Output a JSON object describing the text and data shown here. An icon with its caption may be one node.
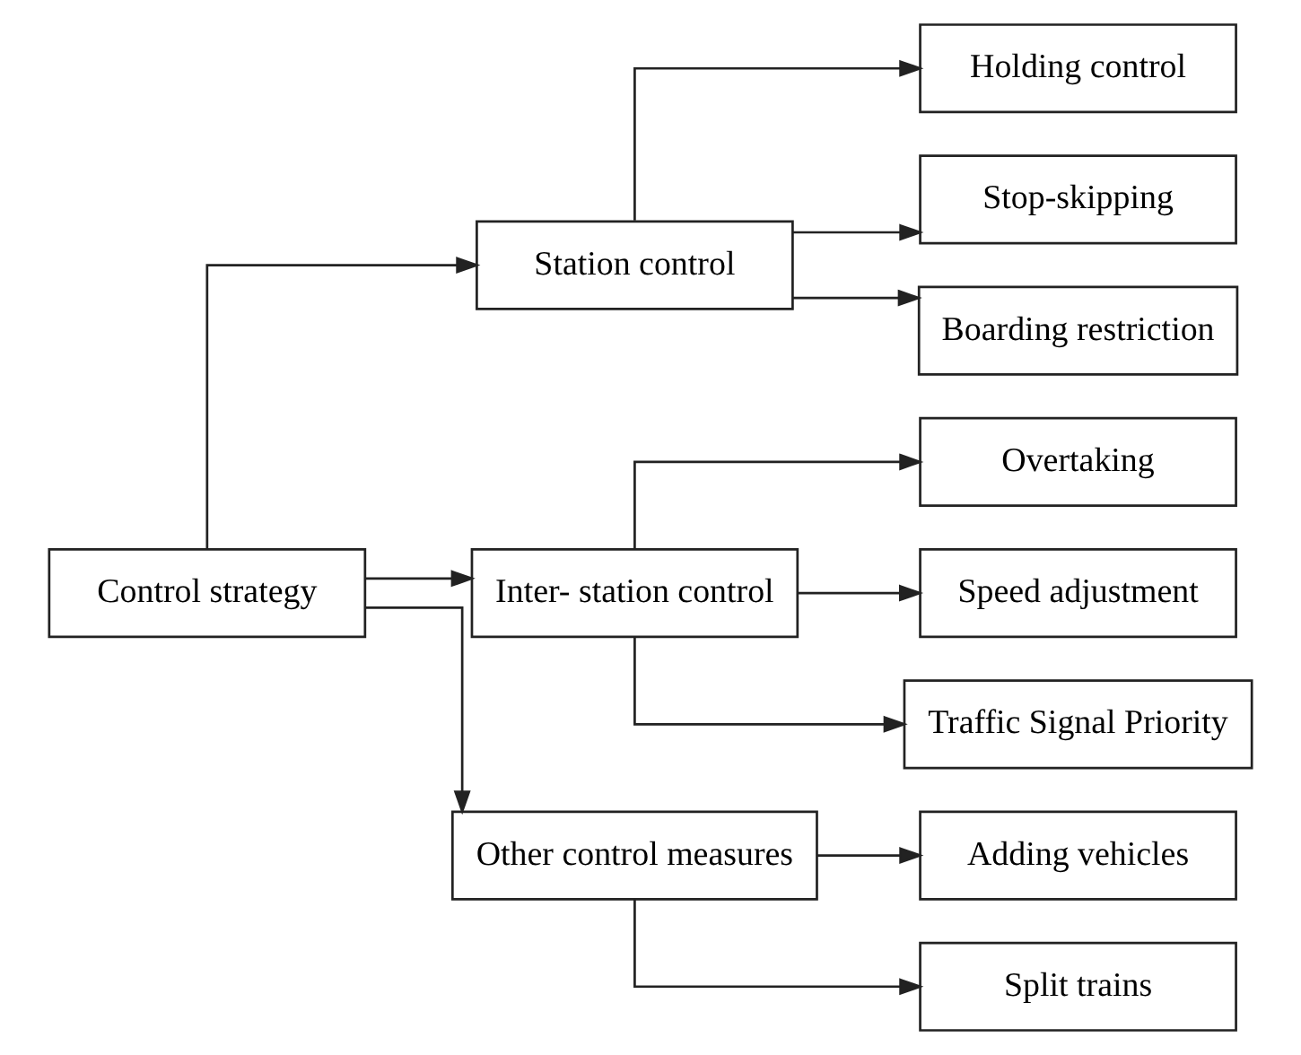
{
  "diagram": {
    "nodes": [
      {
        "text": [
          "Control strategy"
        ]
      },
      {
        "text": [
          "Station control"
        ]
      },
      {
        "text": [
          "Holding control"
        ]
      },
      {
        "text": [
          "Stop-skipping"
        ]
      },
      {
        "text": [
          "Boarding restriction"
        ]
      },
      {
        "text": [
          "Inter- station control"
        ]
      },
      {
        "text": [
          "Overtaking"
        ]
      },
      {
        "text": [
          "Speed adjustment"
        ]
      },
      {
        "text": [
          "Traffic Signal Priority"
        ]
      },
      {
        "text": [
          "Other control measures"
        ]
      },
      {
        "text": [
          "Adding vehicles"
        ]
      },
      {
        "text": [
          "Split trains"
        ]
      }
    ],
    "edges": [
      {
        "from": 0,
        "to": 1,
        "arrow": "to"
      },
      {
        "from": 0,
        "to": 5,
        "arrow": "to"
      },
      {
        "from": 0,
        "to": 9,
        "arrow": "to"
      },
      {
        "from": 1,
        "to": 2,
        "arrow": "to"
      },
      {
        "from": 1,
        "to": 3,
        "arrow": "to"
      },
      {
        "from": 1,
        "to": 4,
        "arrow": "to"
      },
      {
        "from": 5,
        "to": 6,
        "arrow": "to"
      },
      {
        "from": 5,
        "to": 7,
        "arrow": "to"
      },
      {
        "from": 5,
        "to": 8,
        "arrow": "to"
      },
      {
        "from": 9,
        "to": 10,
        "arrow": "to"
      },
      {
        "from": 9,
        "to": 11,
        "arrow": "to"
      }
    ]
  }
}
